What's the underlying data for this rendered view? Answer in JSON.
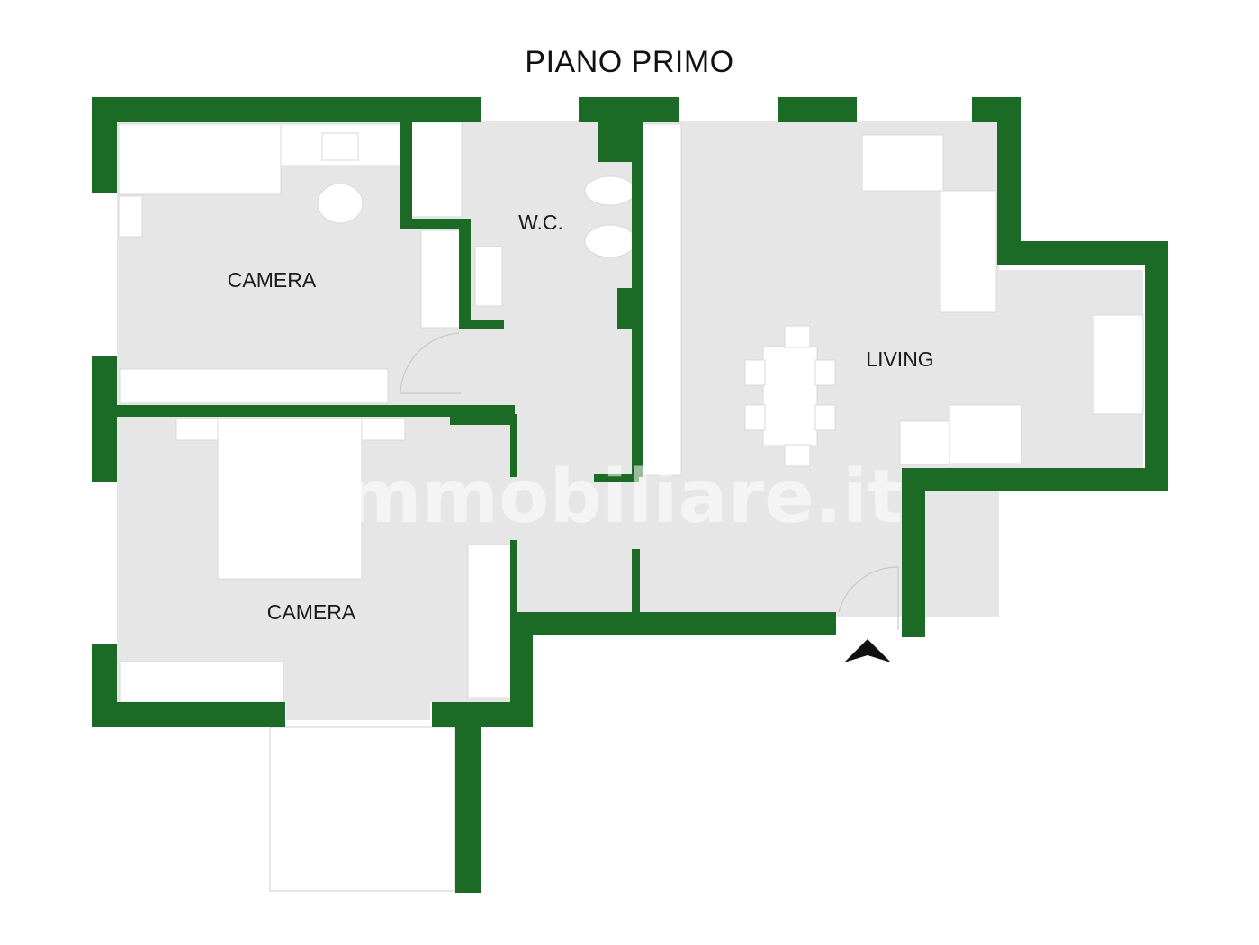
{
  "title": "PIANO PRIMO",
  "colors": {
    "wall": "#1b6b27",
    "floor": "#e6e6e6",
    "furniture": "#ffffff",
    "background": "#ffffff",
    "text": "#1a1a1a"
  },
  "rooms": [
    {
      "name": "camera-top",
      "label": "CAMERA"
    },
    {
      "name": "wc",
      "label": "W.C."
    },
    {
      "name": "living",
      "label": "LIVING"
    },
    {
      "name": "camera-bottom",
      "label": "CAMERA"
    }
  ],
  "watermark": "immobiliare.it",
  "entrance": {
    "icon": "entrance-arrow-icon"
  }
}
